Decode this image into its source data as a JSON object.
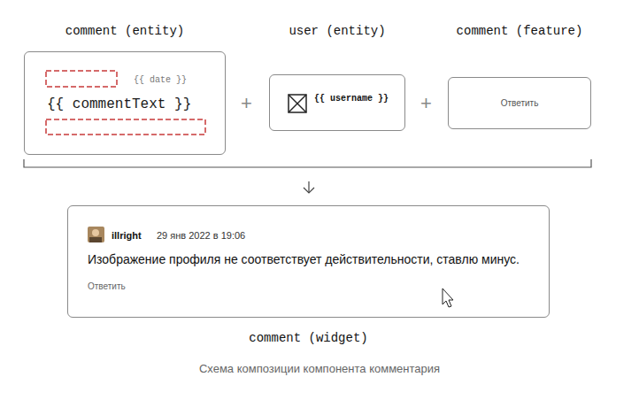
{
  "diagram": {
    "caption": "Схема композиции компонента комментария",
    "nodes": [
      {
        "text": [
          "comment (entity)",
          "{{ date }}",
          "{{ commentText }}"
        ]
      },
      {
        "text": [
          "user (entity)",
          "{{ username }}"
        ]
      },
      {
        "text": [
          "comment (feature)",
          "Ответить"
        ]
      },
      {
        "text": [
          "illright",
          "29 янв 2022 в 19:06",
          "Изображение профиля не соответствует действительности, ставлю минус.",
          "Ответить",
          "comment (widget)"
        ]
      }
    ],
    "labels": [
      "+",
      "+"
    ]
  }
}
